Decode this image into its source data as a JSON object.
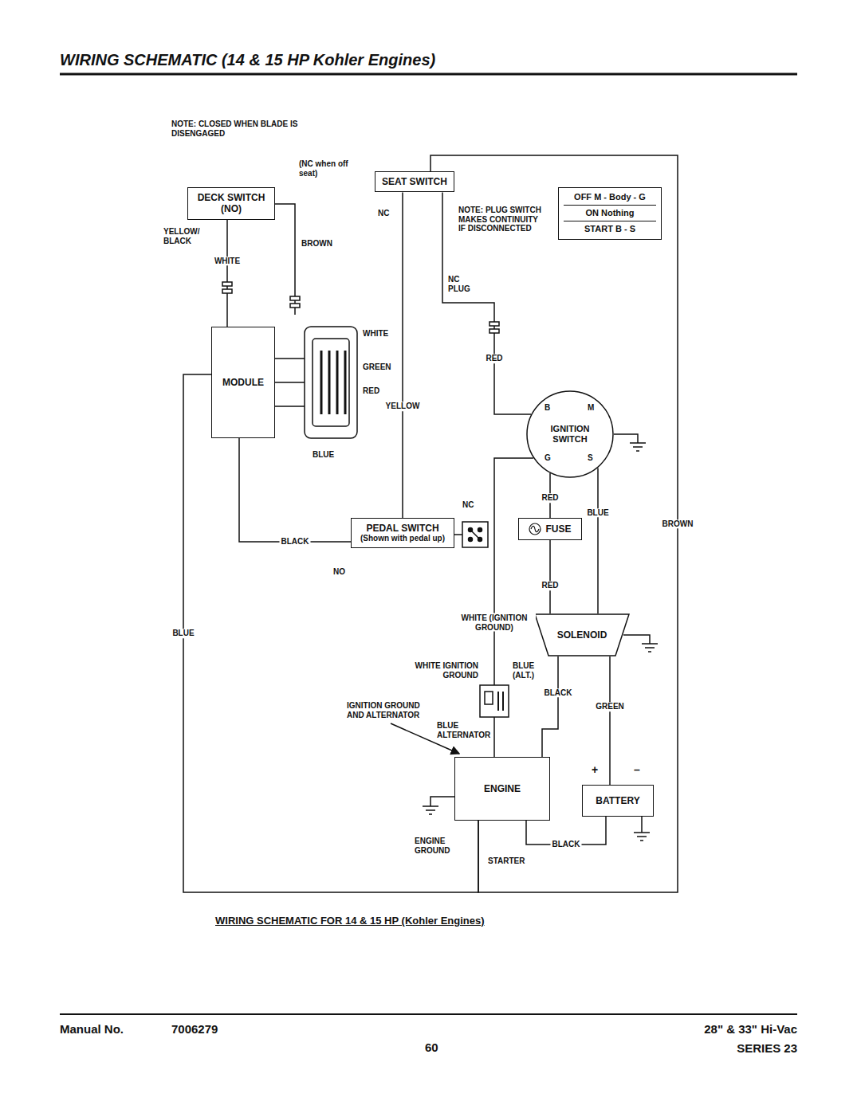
{
  "diagram": {
    "title": "WIRING SCHEMATIC (14 & 15 HP Kohler Engines)",
    "caption": "WIRING SCHEMATIC FOR 14 & 15 HP (Kohler Engines)",
    "nodes": [
      {
        "text": [
          "DECK SWITCH (NO)"
        ]
      },
      {
        "text": [
          "SEAT SWITCH"
        ]
      },
      {
        "text": [
          "OFF M - Body - G",
          "ON Nothing",
          "START B - S"
        ]
      },
      {
        "text": [
          "MODULE"
        ]
      },
      {
        "text": [
          "PEDAL SWITCH",
          "(Shown with pedal up)"
        ]
      },
      {
        "text": [
          "IGNITION SWITCH"
        ]
      },
      {
        "text": [
          "FUSE"
        ]
      },
      {
        "text": [
          "SOLENOID"
        ]
      },
      {
        "text": [
          "ENGINE"
        ]
      },
      {
        "text": [
          "BATTERY"
        ]
      }
    ],
    "edges": [
      {
        "from": 0,
        "to": 3,
        "arrow": "none",
        "label": "WHITE"
      },
      {
        "from": 1,
        "to": 4,
        "arrow": "none",
        "label": "YELLOW"
      },
      {
        "from": 1,
        "to": 5,
        "arrow": "none",
        "label": "RED"
      },
      {
        "from": 3,
        "to": 4,
        "arrow": "none",
        "label": "BLACK"
      },
      {
        "from": 5,
        "to": 6,
        "arrow": "none",
        "label": "RED"
      },
      {
        "from": 6,
        "to": 7,
        "arrow": "none",
        "label": "RED"
      },
      {
        "from": 5,
        "to": 7,
        "arrow": "none",
        "label": "BLUE"
      },
      {
        "from": 7,
        "to": 9,
        "arrow": "none",
        "label": "GREEN"
      },
      {
        "from": 7,
        "to": 8,
        "arrow": "none",
        "label": "BLACK"
      },
      {
        "from": 9,
        "to": 8,
        "arrow": "none",
        "label": "BLACK"
      },
      {
        "from": 3,
        "to": 8,
        "arrow": "none",
        "label": "BLUE"
      },
      {
        "from": 5,
        "to": 8,
        "arrow": "none",
        "label": "WHITE (IGNITION GROUND)"
      },
      {
        "from": 1,
        "to": 8,
        "arrow": "none",
        "label": "BROWN"
      }
    ],
    "labels": [
      "NOTE: CLOSED WHEN BLADE IS DISENGAGED",
      "YELLOW/ BLACK",
      "BROWN",
      "(NC when off seat)",
      "NC",
      "NC PLUG",
      "NOTE: PLUG SWITCH MAKES CONTINUITY IF DISCONNECTED",
      "WHITE",
      "GREEN",
      "RED",
      "BLUE",
      "NC",
      "NO",
      "B",
      "M",
      "G",
      "S",
      "WHITE IGNITION GROUND",
      "BLUE (ALT.)",
      "IGNITION GROUND AND ALTERNATOR",
      "BLUE ALTERNATOR",
      "ENGINE GROUND",
      "STARTER",
      "+",
      "–",
      "Manual No.",
      "7006279",
      "28\" & 33\" Hi-Vac",
      "60",
      "SERIES 23"
    ]
  }
}
